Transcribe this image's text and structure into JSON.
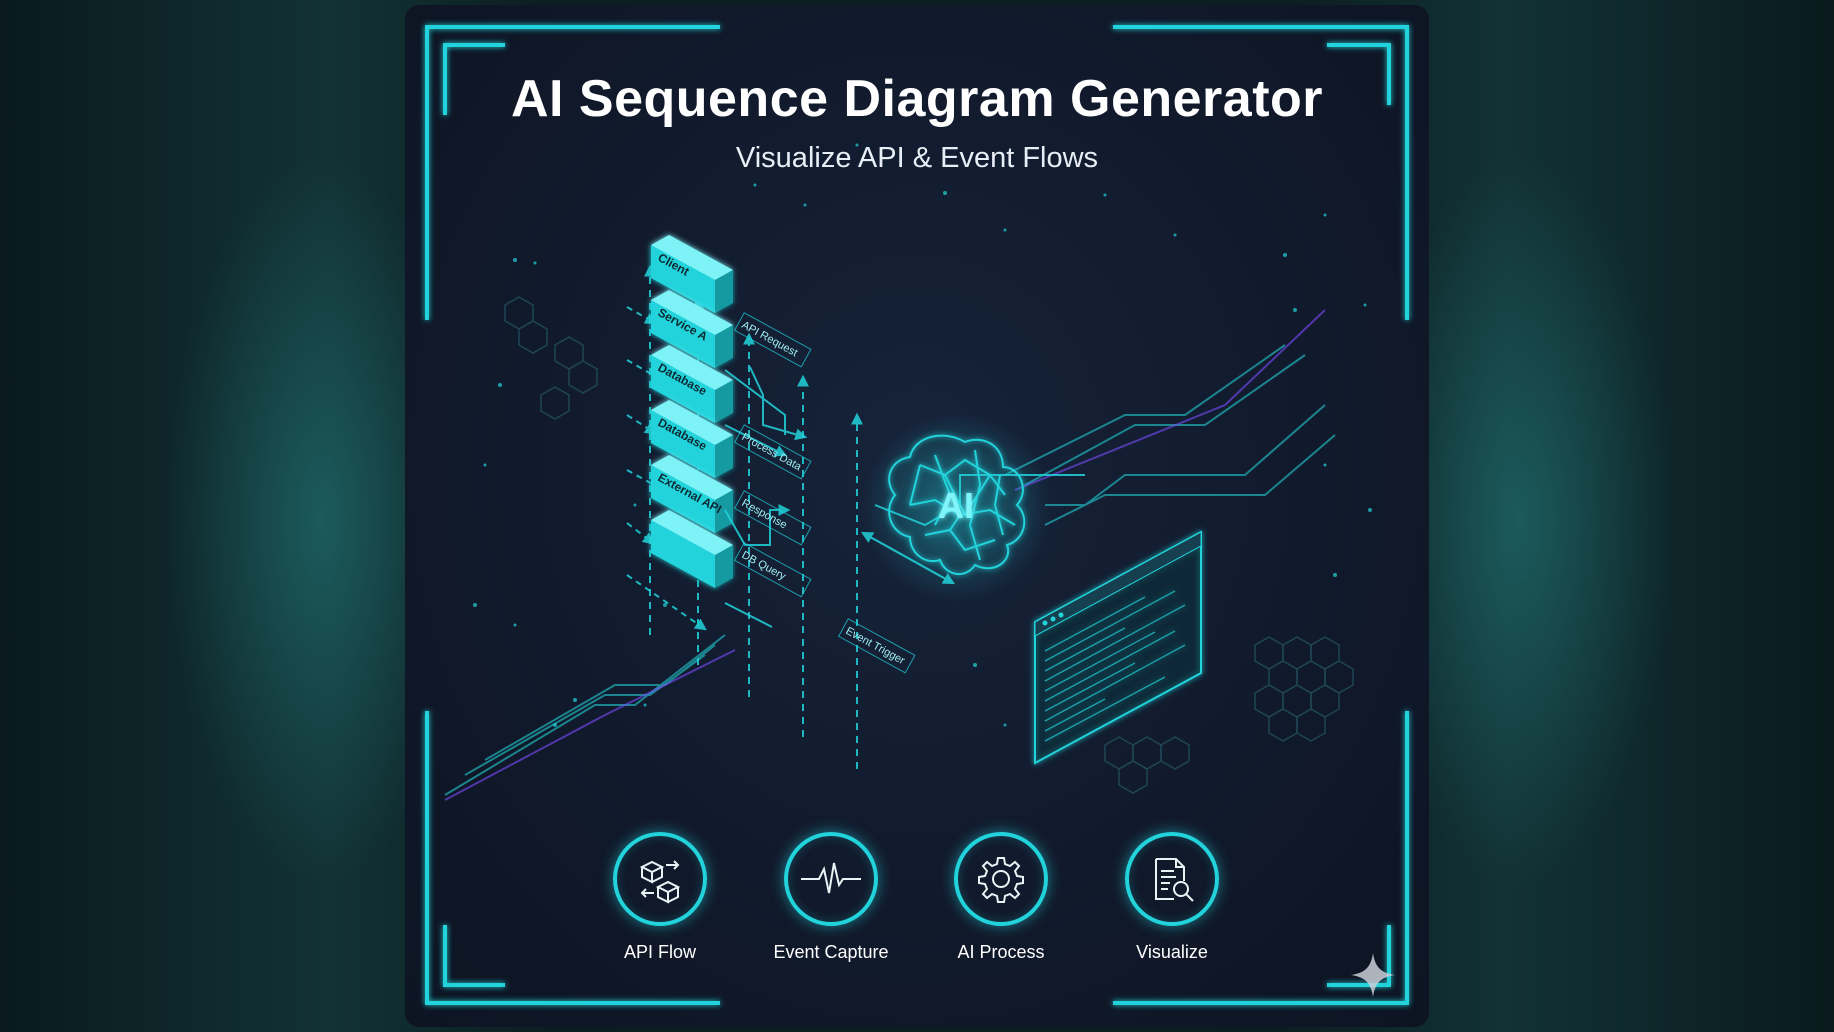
{
  "title": "AI Sequence Diagram Generator",
  "subtitle": "Visualize API & Event Flows",
  "colors": {
    "accent": "#22d3db",
    "panel": "#111a2c",
    "glow": "#1a7f86"
  },
  "participants": [
    "Client",
    "Service A",
    "Database",
    "Database",
    "External API",
    ""
  ],
  "messages": [
    "API Request",
    "Process Data",
    "Response",
    "DB Query",
    "Event Trigger"
  ],
  "center_label": "AI",
  "features": [
    {
      "icon": "api-flow-icon",
      "label": "API Flow"
    },
    {
      "icon": "event-capture-icon",
      "label": "Event Capture"
    },
    {
      "icon": "ai-process-icon",
      "label": "AI Process"
    },
    {
      "icon": "visualize-icon",
      "label": "Visualize"
    }
  ]
}
